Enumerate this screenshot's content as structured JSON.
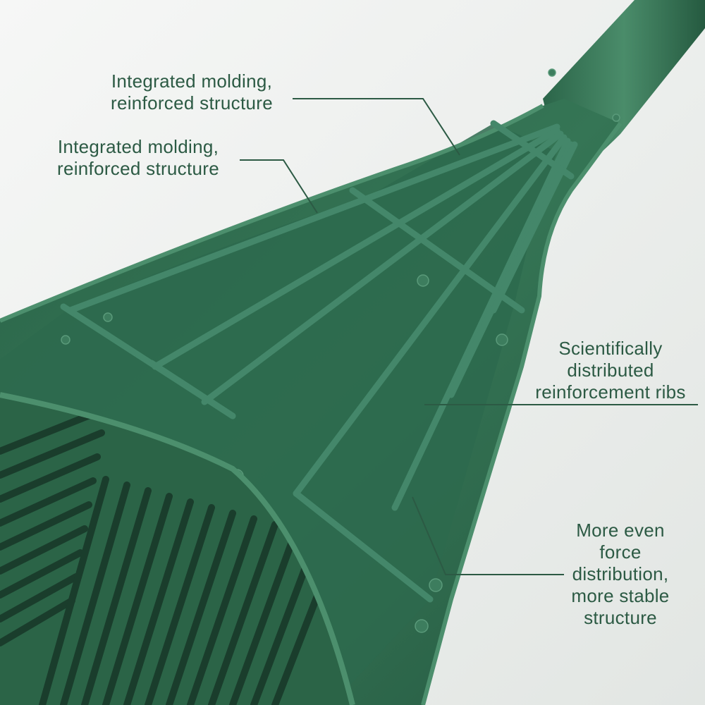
{
  "callouts": [
    {
      "lines": [
        "Integrated molding,",
        "reinforced structure"
      ]
    },
    {
      "lines": [
        "Integrated molding,",
        "reinforced structure"
      ]
    },
    {
      "lines": [
        "Scientifically",
        "distributed",
        "reinforcement ribs"
      ]
    },
    {
      "lines": [
        "More even",
        "force",
        "distribution,",
        "more stable",
        "structure"
      ]
    }
  ],
  "colors": {
    "plastic": "#2f6b4f",
    "plastic_dark": "#214d39",
    "rib": "#3e7f60",
    "callout_text": "#2c5a44",
    "background": "#eef0ee"
  }
}
